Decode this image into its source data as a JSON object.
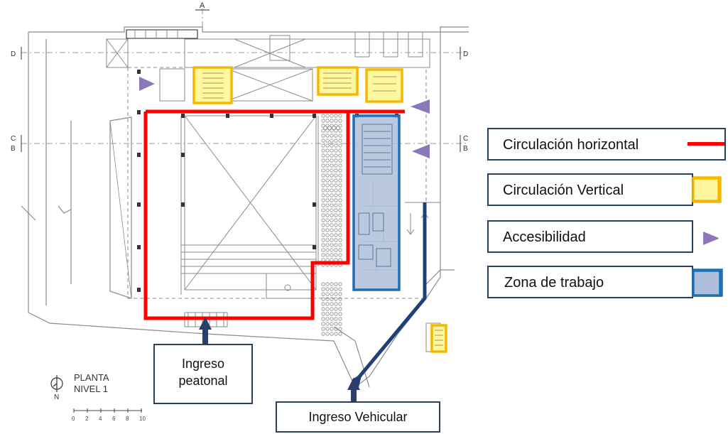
{
  "legend": {
    "items": [
      {
        "label": "Circulación horizontal",
        "symbol": "red-line",
        "color": "#ff0000"
      },
      {
        "label": "Circulación Vertical",
        "symbol": "yellow-square",
        "color": "#f5b800",
        "fill": "#fff7a0"
      },
      {
        "label": "Accesibilidad",
        "symbol": "purple-arrow",
        "color": "#8a78b8"
      },
      {
        "label": "Zona de trabajo",
        "symbol": "blue-square",
        "color": "#1f6fb5",
        "fill": "#aebfdb"
      }
    ]
  },
  "callouts": {
    "pedestrian": {
      "line1": "Ingreso",
      "line2": "peatonal"
    },
    "vehicular": {
      "label": "Ingreso Vehicular"
    }
  },
  "plan": {
    "title_line1": "PLANTA",
    "title_line2": "NIVEL 1",
    "north_label": "N",
    "scale_ticks": [
      "0",
      "2",
      "4",
      "6",
      "8",
      "10"
    ],
    "section_marks": {
      "a": "A",
      "d_left": "D",
      "d_right": "D",
      "c_left": "C",
      "b_left": "B",
      "c_right": "C",
      "b_right": "B"
    }
  }
}
